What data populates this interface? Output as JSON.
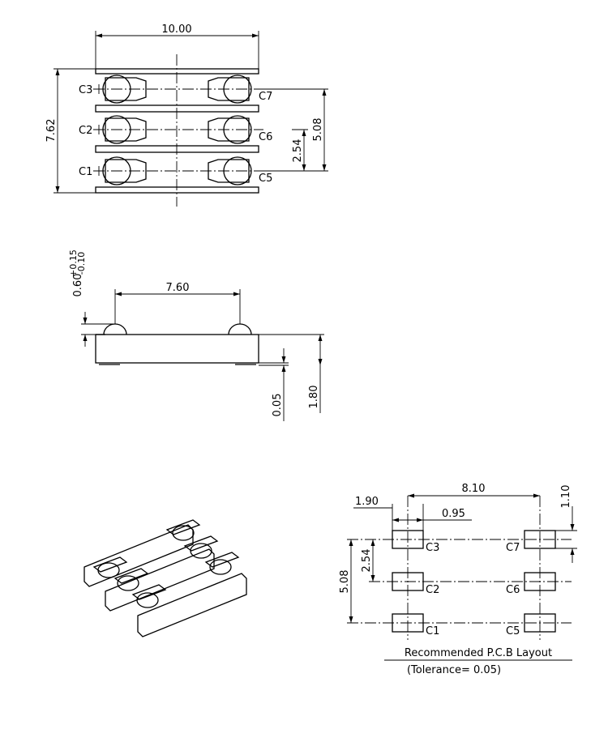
{
  "top_view": {
    "dim_width": "10.00",
    "dim_height": "7.62",
    "dim_pitch_total": "5.08",
    "dim_pitch": "2.54",
    "pins": [
      "C1",
      "C2",
      "C3",
      "C5",
      "C6",
      "C7"
    ]
  },
  "side_view": {
    "dim_dome_height": "0.60",
    "tol_plus": "+0.15",
    "tol_minus": "-0.10",
    "dim_dome_spacing": "7.60",
    "dim_standoff": "0.05",
    "dim_body_height": "1.80"
  },
  "pcb_layout": {
    "dim_span": "8.10",
    "dim_pad_width": "1.90",
    "dim_pad_offset": "0.95",
    "dim_pad_height": "1.10",
    "dim_pitch": "2.54",
    "dim_pitch_total": "5.08",
    "pins": [
      "C1",
      "C2",
      "C3",
      "C5",
      "C6",
      "C7"
    ],
    "title": "Recommended  P.C.B  Layout",
    "tolerance": "(Tolerance=  0.05)"
  }
}
